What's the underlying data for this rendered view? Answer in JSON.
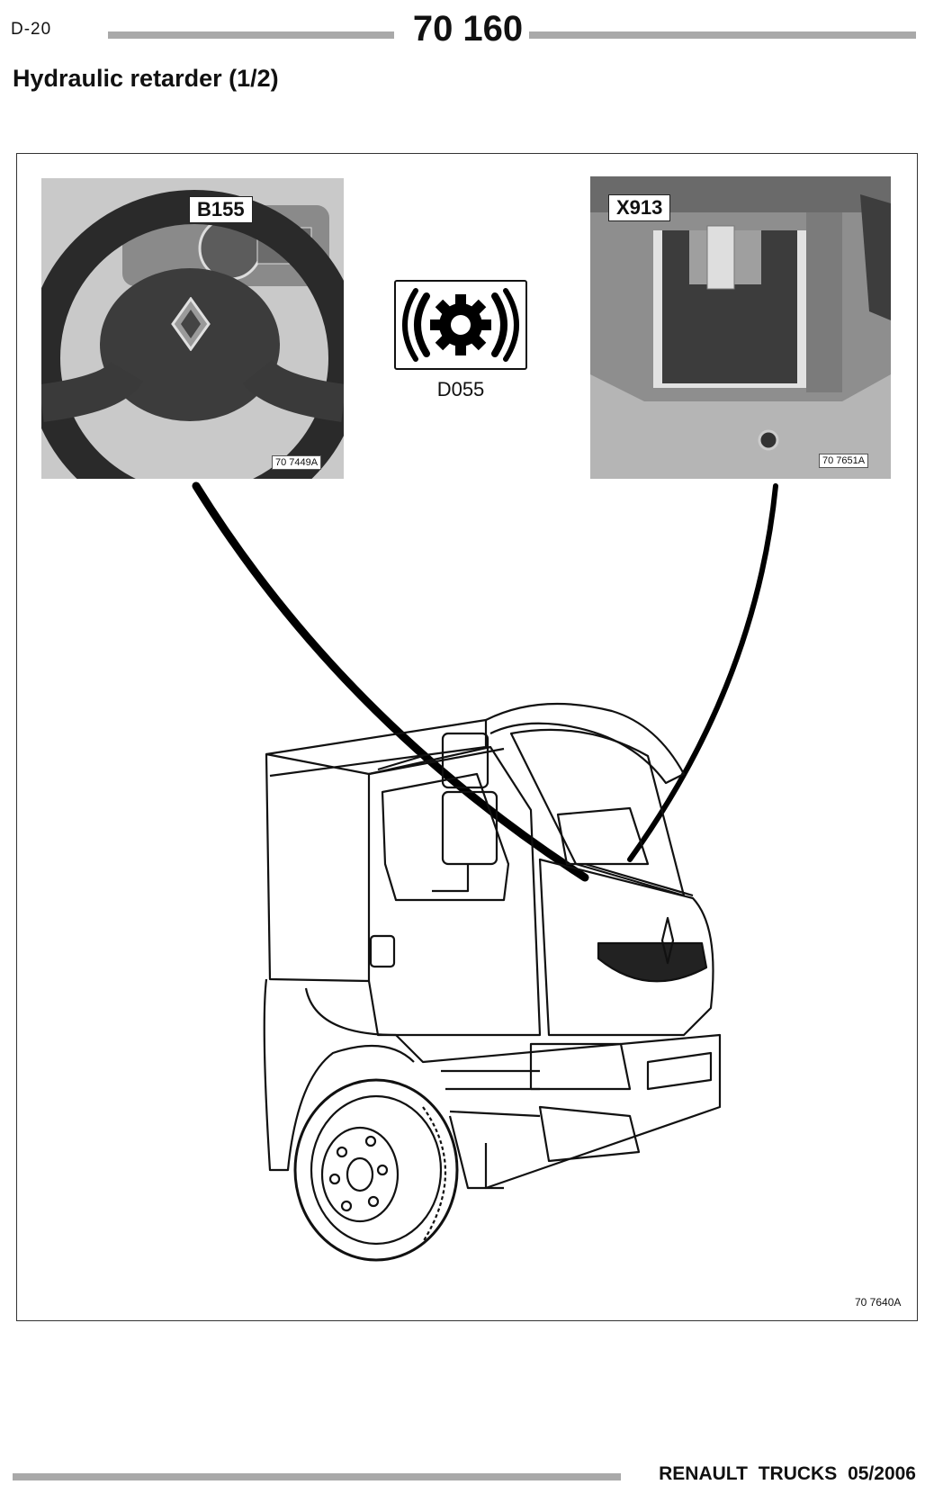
{
  "header": {
    "page_code": "D-20",
    "section_number": "70 160",
    "title": "Hydraulic retarder (1/2)"
  },
  "figure": {
    "left_photo": {
      "callout": "B155",
      "ref": "70 7449A"
    },
    "symbol": {
      "label": "D055"
    },
    "right_photo": {
      "callout": "X913",
      "ref": "70 7651A"
    },
    "main_ref": "70 7640A"
  },
  "footer": {
    "brand": "RENAULT TRUCKS",
    "date": "05/2006"
  },
  "colors": {
    "rule": "#a9a9a9",
    "ink": "#111111"
  },
  "icons": [
    "retarder-gear-icon",
    "renault-logo-icon"
  ]
}
